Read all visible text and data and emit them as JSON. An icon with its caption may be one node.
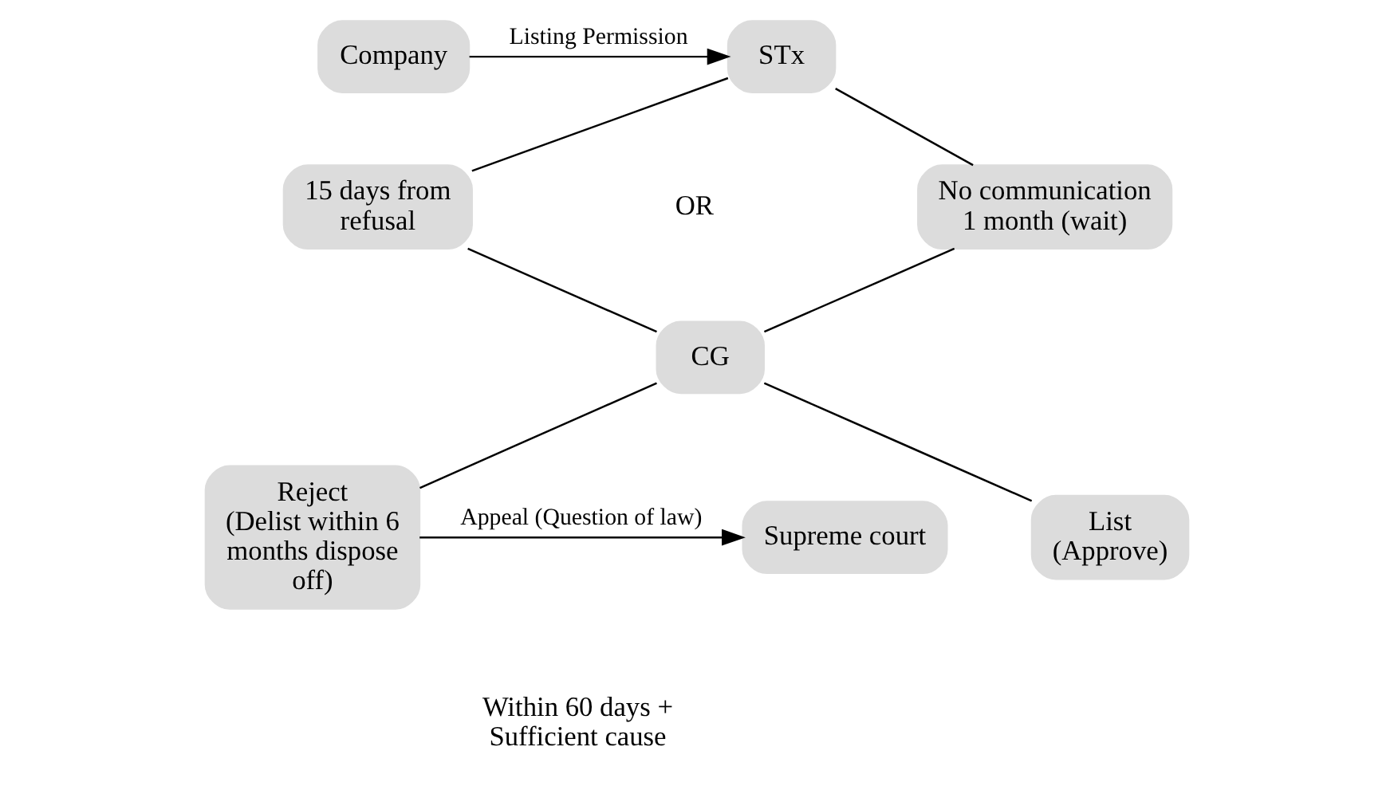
{
  "diagram": {
    "nodes": [
      {
        "text": [
          "Company"
        ]
      },
      {
        "text": [
          "STx"
        ]
      },
      {
        "text": [
          "15 days from refusal"
        ]
      },
      {
        "text": [
          "No communication 1 month (wait)"
        ]
      },
      {
        "text": [
          "CG"
        ]
      },
      {
        "text": [
          "Reject",
          "(Delist within 6 months dispose off)"
        ]
      },
      {
        "text": [
          "List",
          "(Approve)"
        ]
      },
      {
        "text": [
          "Supreme court"
        ]
      }
    ],
    "edges": [
      {
        "from": 0,
        "to": 1,
        "arrow": "to",
        "label": "Listing Permission"
      },
      {
        "from": 1,
        "to": 2,
        "arrow": "none"
      },
      {
        "from": 1,
        "to": 3,
        "arrow": "none"
      },
      {
        "from": 2,
        "to": 4,
        "arrow": "none"
      },
      {
        "from": 3,
        "to": 4,
        "arrow": "none"
      },
      {
        "from": 4,
        "to": 5,
        "arrow": "none"
      },
      {
        "from": 4,
        "to": 6,
        "arrow": "none"
      },
      {
        "from": 5,
        "to": 7,
        "arrow": "to",
        "label": "Appeal (Question of law)"
      }
    ],
    "labels": [
      "OR",
      "Within 60 days + Sufficient cause"
    ]
  }
}
